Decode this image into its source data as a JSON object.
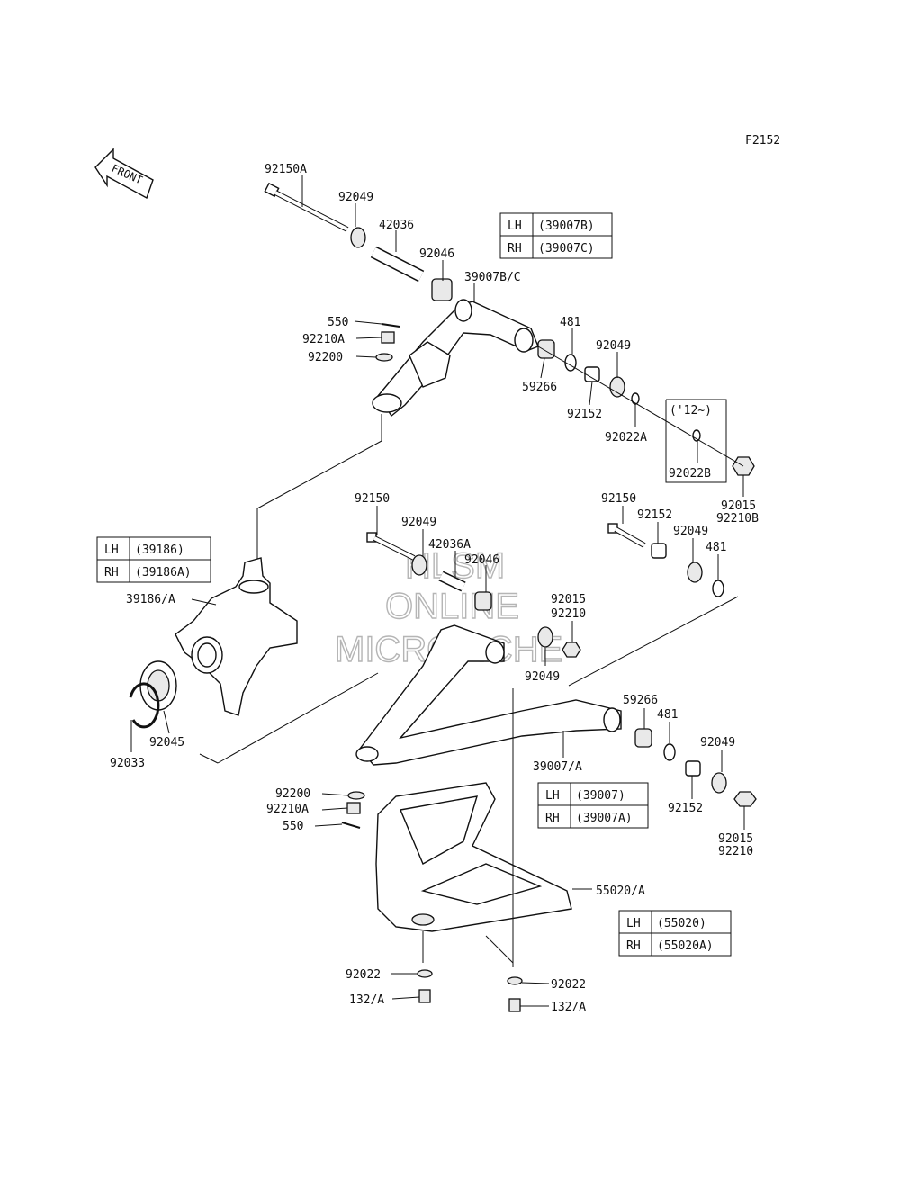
{
  "figure_code": "F2152",
  "front_label": "FRONT",
  "watermark": [
    "HLSM",
    "ONLINE",
    "MICROFICHE"
  ],
  "year_note": "('12~)",
  "callouts": [
    "92150A",
    "92049",
    "42036",
    "92046",
    "39007B/C",
    "550",
    "92210A",
    "92200",
    "481",
    "59266",
    "92049",
    "92152",
    "92022A",
    "92022B",
    "92015",
    "92210B",
    "92150",
    "92049",
    "42036A",
    "92046",
    "92015",
    "92210",
    "92049",
    "92150",
    "92152",
    "92049",
    "481",
    "39186/A",
    "92045",
    "92033",
    "59266",
    "481",
    "92049",
    "39007/A",
    "92152",
    "92015",
    "92210",
    "92200",
    "92210A",
    "550",
    "55020/A",
    "92022",
    "132/A",
    "92022",
    "132/A"
  ],
  "tables": [
    {
      "rows": [
        {
          "side": "LH",
          "part": "(39007B)"
        },
        {
          "side": "RH",
          "part": "(39007C)"
        }
      ]
    },
    {
      "rows": [
        {
          "side": "LH",
          "part": "(39186)"
        },
        {
          "side": "RH",
          "part": "(39186A)"
        }
      ]
    },
    {
      "rows": [
        {
          "side": "LH",
          "part": "(39007)"
        },
        {
          "side": "RH",
          "part": "(39007A)"
        }
      ]
    },
    {
      "rows": [
        {
          "side": "LH",
          "part": "(55020)"
        },
        {
          "side": "RH",
          "part": "(55020A)"
        }
      ]
    }
  ]
}
